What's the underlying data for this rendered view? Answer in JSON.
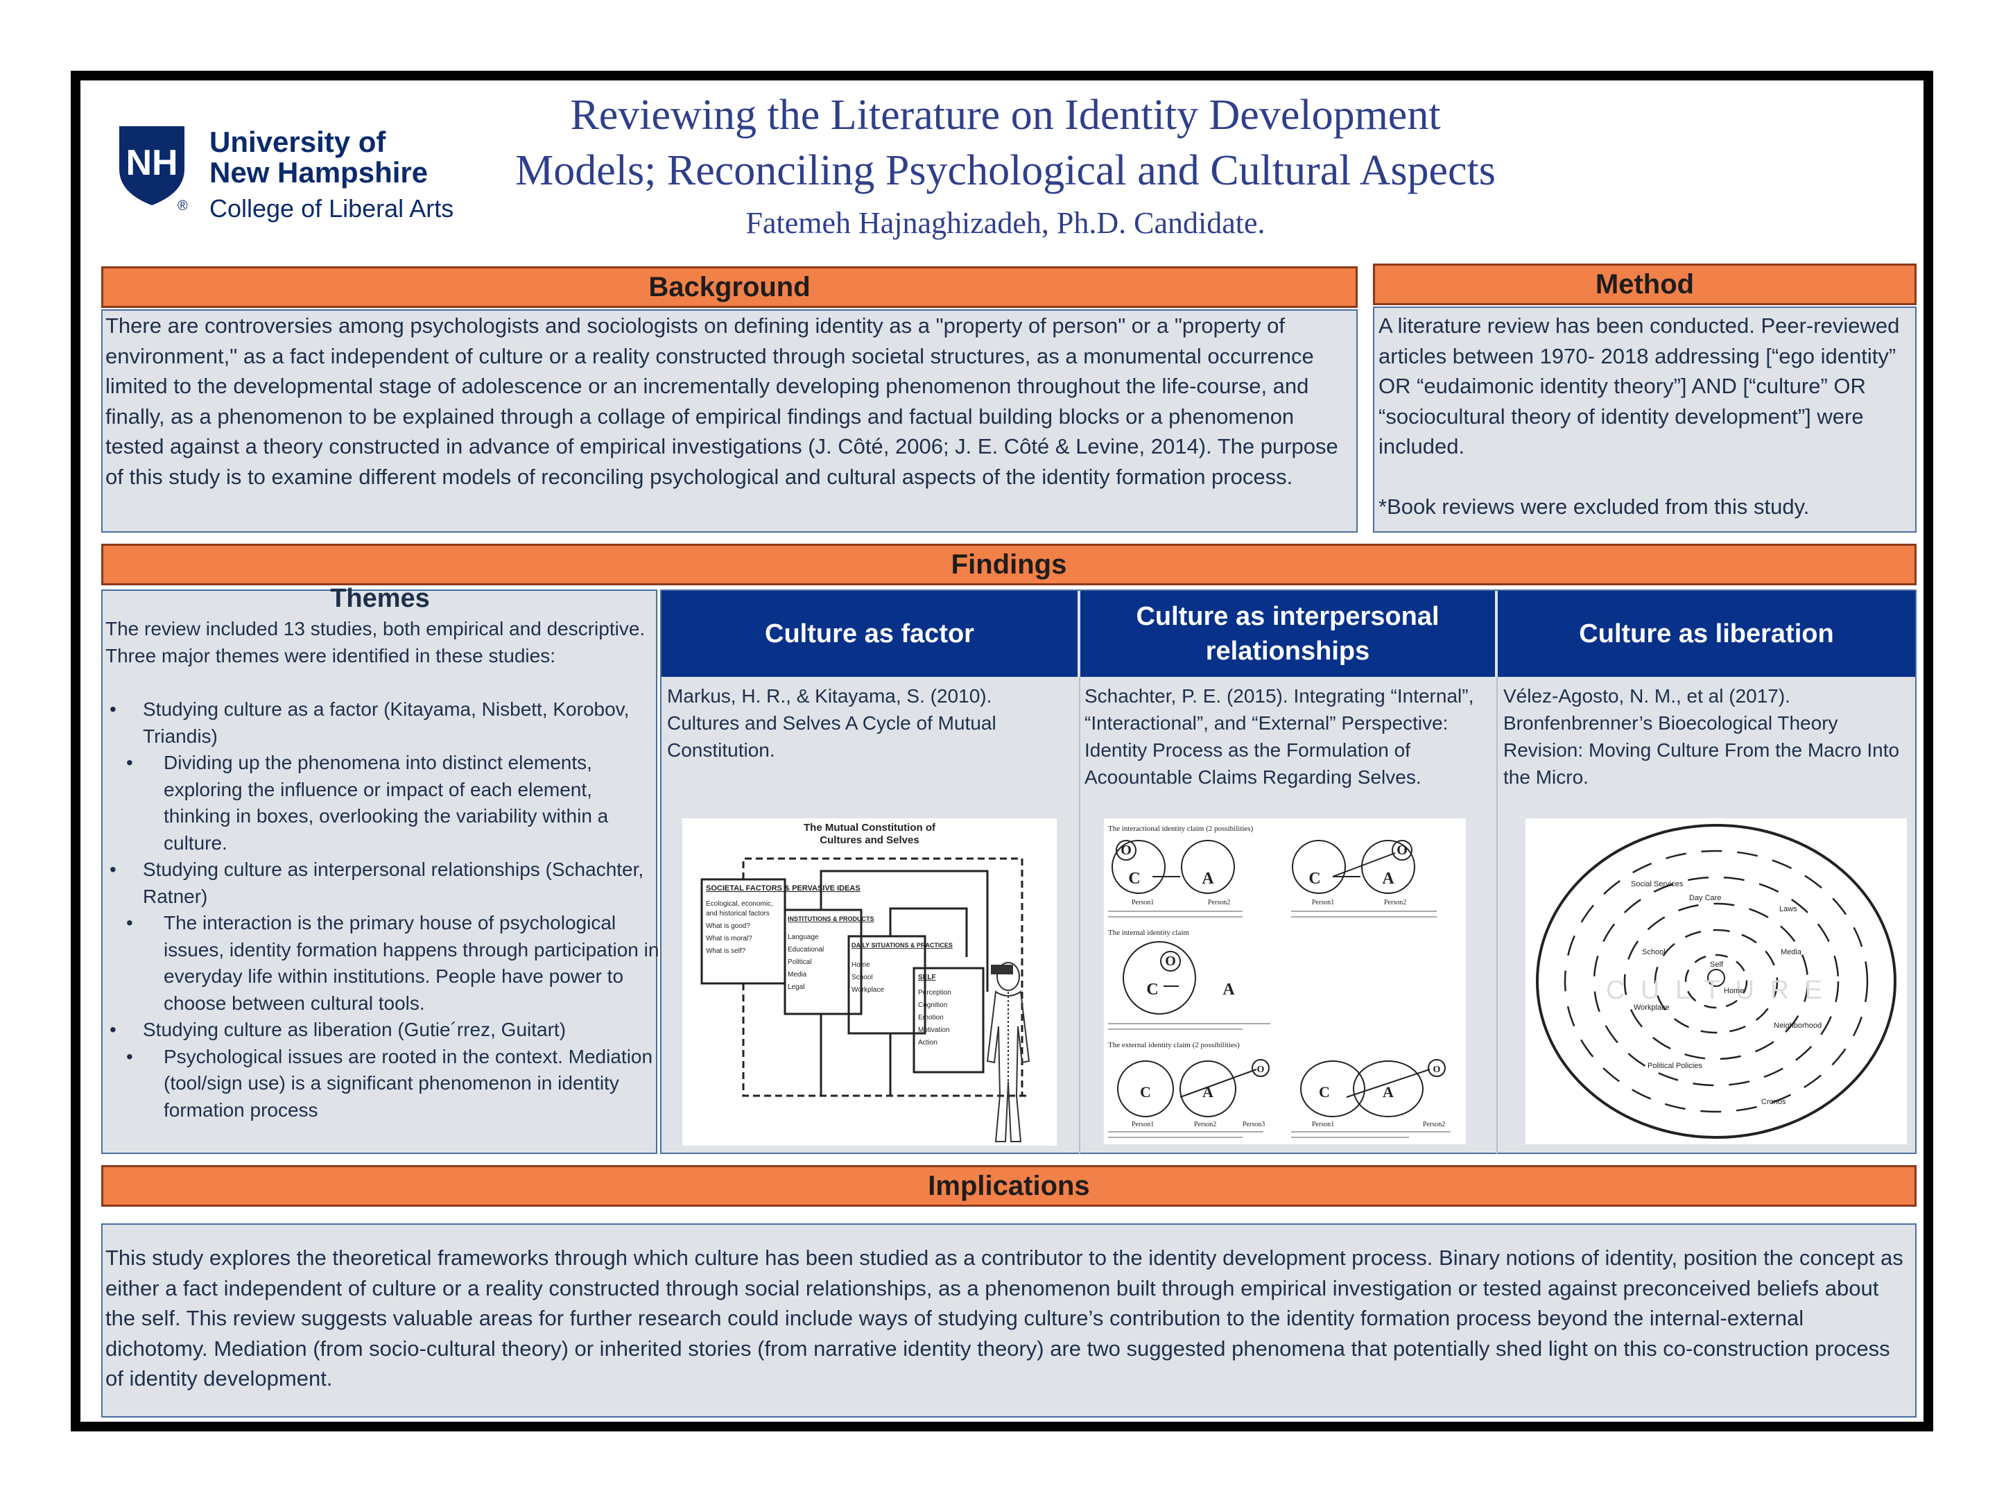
{
  "header": {
    "logo": {
      "line1": "University of",
      "line2": "New Hampshire",
      "line3": "College of Liberal Arts",
      "registered": "®",
      "shield_letters": "NH"
    },
    "title_line1": "Reviewing the Literature on Identity Development",
    "title_line2": "Models; Reconciling Psychological and Cultural Aspects",
    "author": "Fatemeh Hajnaghizadeh, Ph.D. Candidate."
  },
  "background": {
    "heading": "Background",
    "text": "There are controversies among psychologists and sociologists on defining identity as a \"property of person\" or a \"property of environment,\" as a fact independent of culture or a reality constructed through societal structures, as a monumental occurrence limited to the developmental stage of adolescence or an incrementally developing phenomenon throughout the life-course, and finally, as a phenomenon to be explained through a collage of empirical findings and factual building blocks or a phenomenon tested against a theory constructed in advance of empirical investigations (J. Côté, 2006; J. E. Côté & Levine, 2014). The purpose of this study is to examine different models of reconciling psychological and cultural aspects of the identity formation process."
  },
  "method": {
    "heading": "Method",
    "text": "A literature review has been conducted. Peer-reviewed articles between 1970- 2018 addressing [“ego identity” OR “eudaimonic identity theory”] AND [“culture” OR “sociocultural theory of identity development”] were included.",
    "note": "*Book reviews were excluded from this study."
  },
  "findings": {
    "heading": "Findings",
    "themes": {
      "title": "Themes",
      "intro": "The review included 13 studies, both empirical and descriptive. Three major themes were identified in these studies:",
      "items": [
        {
          "level": 1,
          "text": "Studying culture as a factor (Kitayama, Nisbett, Korobov, Triandis)"
        },
        {
          "level": 2,
          "text": "Dividing up the phenomena into distinct elements, exploring the influence or impact of each element, thinking in boxes, overlooking the variability within a culture."
        },
        {
          "level": 1,
          "text": "Studying culture as interpersonal relationships (Schachter, Ratner)"
        },
        {
          "level": 2,
          "text": "The interaction is the primary house of psychological issues, identity formation happens through participation in everyday life within institutions. People have power to choose between cultural tools."
        },
        {
          "level": 1,
          "text": "Studying culture as liberation (Gutie´rrez, Guitart)"
        },
        {
          "level": 2,
          "text": "Psychological issues are rooted in the context. Mediation (tool/sign use) is a significant phenomenon in identity formation process"
        }
      ]
    },
    "columns": [
      {
        "heading": "Culture as factor",
        "citation": "Markus, H. R., & Kitayama, S. (2010). Cultures and Selves  A Cycle of Mutual Constitution."
      },
      {
        "heading": "Culture as interpersonal relationships",
        "citation": "Schachter, P. E. (2015). Integrating “Internal”, “Interactional”, and “External” Perspective: Identity Process as the Formulation of Acoountable Claims Regarding Selves."
      },
      {
        "heading": "Culture as liberation",
        "citation": "Vélez-Agosto, N. M., et al (2017). Bronfenbrenner’s Bioecological Theory Revision: Moving Culture From the Macro Into the Micro."
      }
    ],
    "figure1": {
      "title_line1": "The Mutual Constitution of",
      "title_line2": "Cultures and Selves",
      "box1_title": "SOCIETAL FACTORS & PERVASIVE IDEAS",
      "box1_items": [
        "Ecological, economic,",
        "and historical factors",
        "What is good?",
        "What is moral?",
        "What is self?"
      ],
      "box2_title": "INSTITUTIONS & PRODUCTS",
      "box2_items": [
        "Language",
        "Educational",
        "Political",
        "Media",
        "Legal"
      ],
      "box3_title": "DAILY SITUATIONS & PRACTICES",
      "box3_items": [
        "Home",
        "School",
        "Workplace"
      ],
      "box4_title": "SELF",
      "box4_items": [
        "Perception",
        "Cognition",
        "Emotion",
        "Motivation",
        "Action"
      ]
    },
    "figure2": {
      "label1": "The interactional identity claim (2 possibilities)",
      "label2": "The internal identity claim",
      "label3": "The external identity claim (2 possibilities)",
      "letter_o": "O",
      "letter_c": "C",
      "letter_a": "A",
      "person1": "Person1",
      "person2": "Person2",
      "person3": "Person3"
    },
    "figure3": {
      "labels": [
        "Social Services",
        "Day Care",
        "Laws",
        "School",
        "Media",
        "Self",
        "Home",
        "Workplace",
        "Neighborhood",
        "Political Policies",
        "Cronos"
      ],
      "culture_word": "C U L T U R E"
    }
  },
  "implications": {
    "heading": "Implications",
    "text": "This study explores the theoretical frameworks through which culture has been studied as a contributor to the identity development process. Binary notions of identity, position the concept as either a fact independent of culture or a reality constructed through social relationships, as a phenomenon built through empirical investigation or tested against preconceived beliefs about the self. This review suggests valuable areas for further research could include ways of studying culture’s contribution to the identity formation process beyond the internal-external dichotomy. Mediation (from socio-cultural theory) or inherited stories (from narrative identity theory) are two suggested phenomena that potentially shed light on this co-construction process of identity development."
  },
  "colors": {
    "orange": "#f28049",
    "navy": "#08318a",
    "panel": "#dfe3e8",
    "title_blue": "#2f3f8a"
  }
}
